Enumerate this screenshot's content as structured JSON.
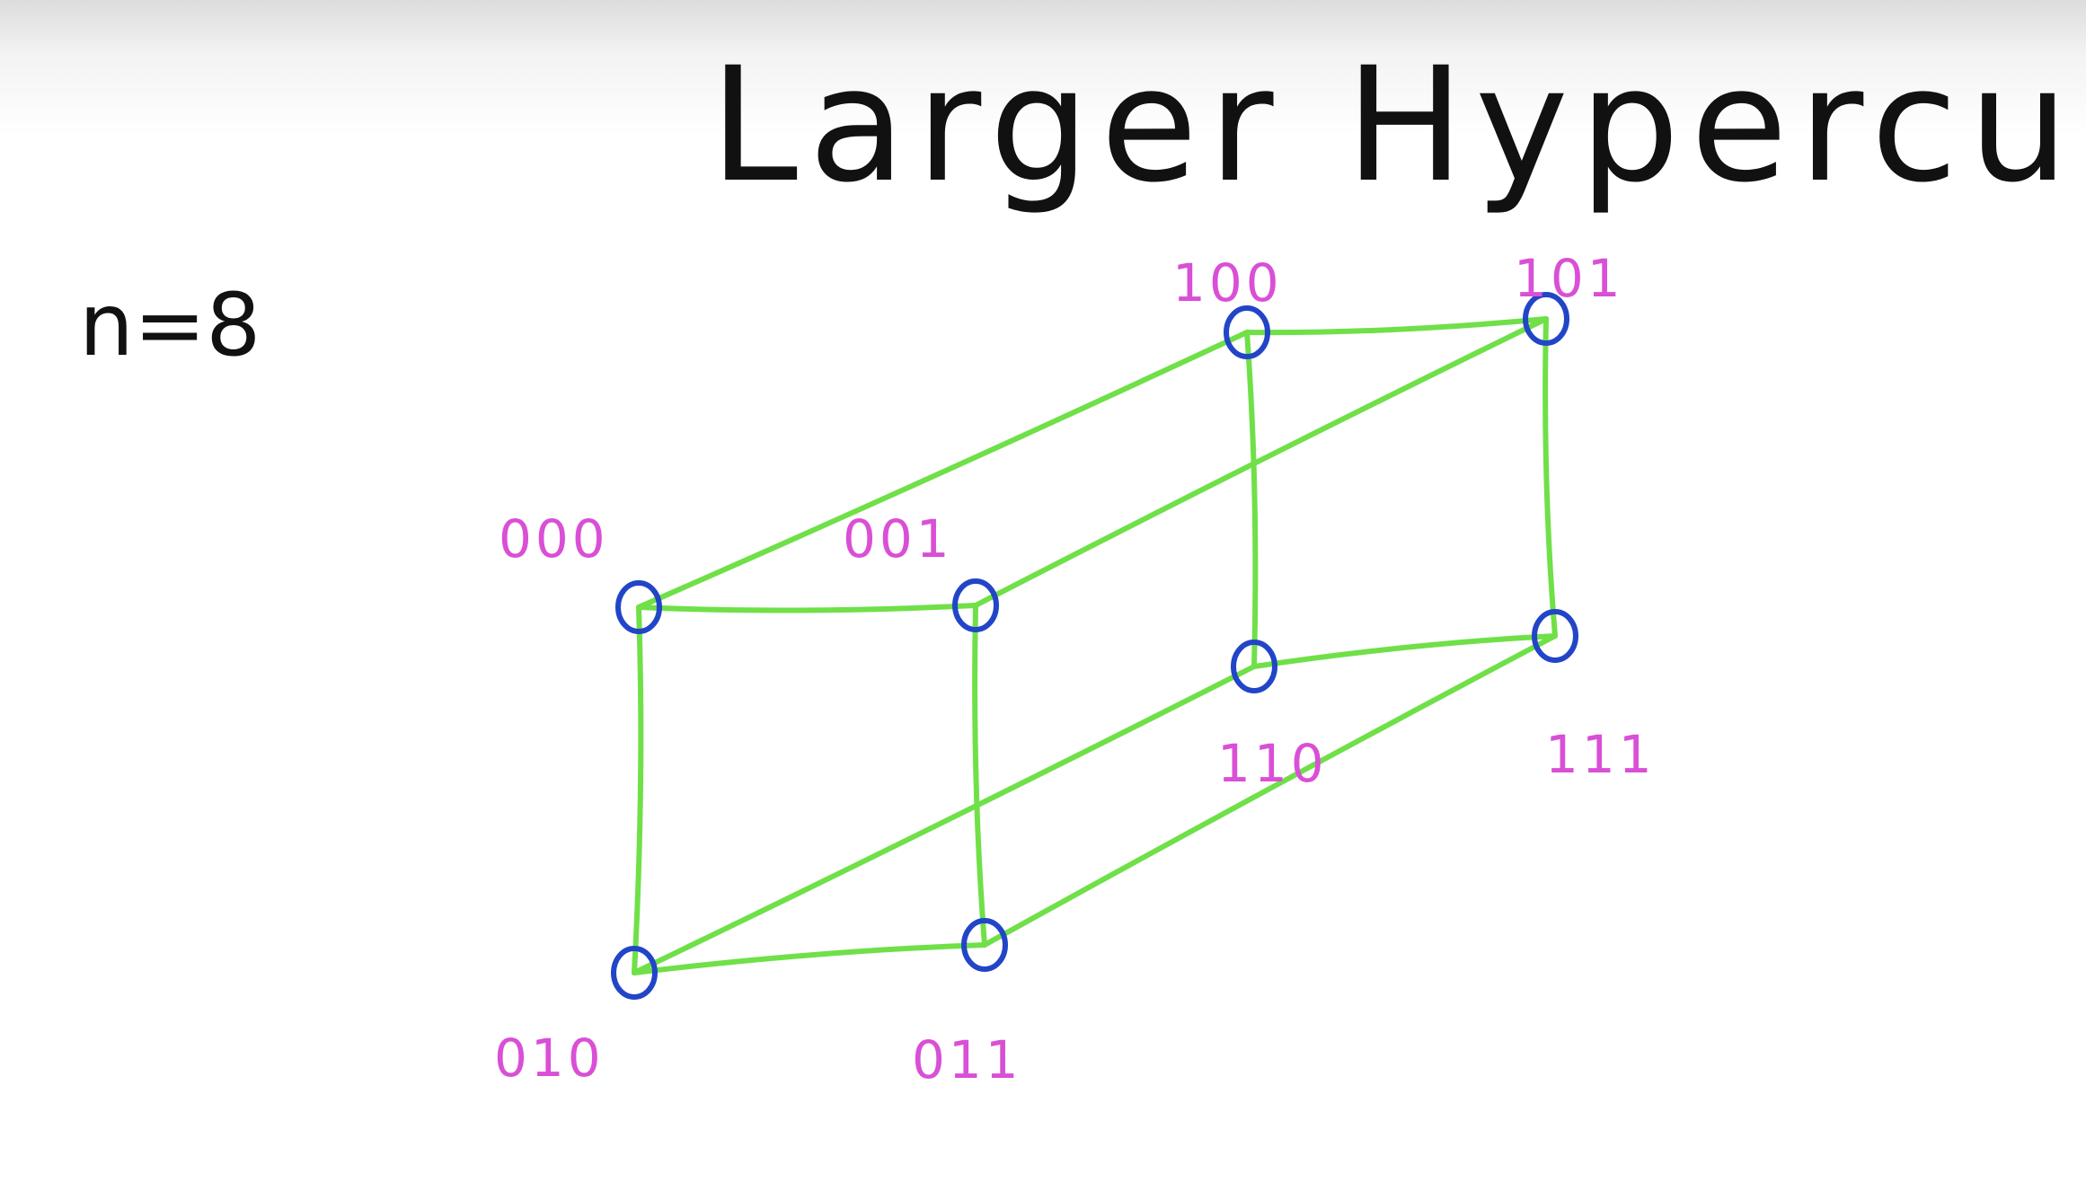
{
  "title": "Larger Hypercubes",
  "n_label": "n=8",
  "colors": {
    "ink": "#111111",
    "edge": "#6fe048",
    "vertex": "#2245c8",
    "label": "#d94fd6"
  },
  "vertices": [
    {
      "id": "v000",
      "label": "000"
    },
    {
      "id": "v001",
      "label": "001"
    },
    {
      "id": "v010",
      "label": "010"
    },
    {
      "id": "v011",
      "label": "011"
    },
    {
      "id": "v100",
      "label": "100"
    },
    {
      "id": "v101",
      "label": "101"
    },
    {
      "id": "v110",
      "label": "110"
    },
    {
      "id": "v111",
      "label": "111"
    }
  ],
  "edges": [
    [
      "v000",
      "v001"
    ],
    [
      "v000",
      "v010"
    ],
    [
      "v001",
      "v011"
    ],
    [
      "v010",
      "v011"
    ],
    [
      "v100",
      "v101"
    ],
    [
      "v100",
      "v110"
    ],
    [
      "v101",
      "v111"
    ],
    [
      "v110",
      "v111"
    ],
    [
      "v000",
      "v100"
    ],
    [
      "v001",
      "v101"
    ],
    [
      "v010",
      "v110"
    ],
    [
      "v011",
      "v111"
    ]
  ]
}
